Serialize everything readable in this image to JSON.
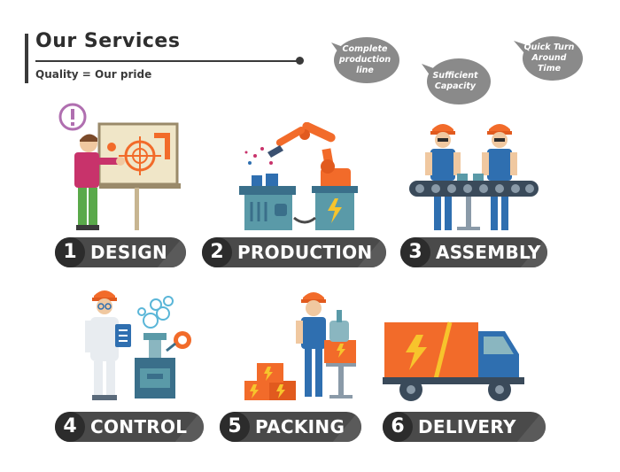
{
  "header": {
    "title": "Our Services",
    "subtitle": "Quality = Our pride"
  },
  "bubbles": [
    {
      "text": "Complete production line"
    },
    {
      "text": "Sufficient Capacity"
    },
    {
      "text": "Quick Turn Around Time"
    }
  ],
  "steps": [
    {
      "number": "1",
      "label": "DESIGN"
    },
    {
      "number": "2",
      "label": "PRODUCTION"
    },
    {
      "number": "3",
      "label": "ASSEMBLY"
    },
    {
      "number": "4",
      "label": "CONTROL"
    },
    {
      "number": "5",
      "label": "PACKING"
    },
    {
      "number": "6",
      "label": "DELIVERY"
    }
  ],
  "colors": {
    "orange": "#f26b2a",
    "blue": "#2f6fb0",
    "teal": "#5a9aa8",
    "magenta": "#c8336b",
    "green": "#5aa94a",
    "band": "#4a4a4a",
    "bubble": "#8a8a8a"
  }
}
